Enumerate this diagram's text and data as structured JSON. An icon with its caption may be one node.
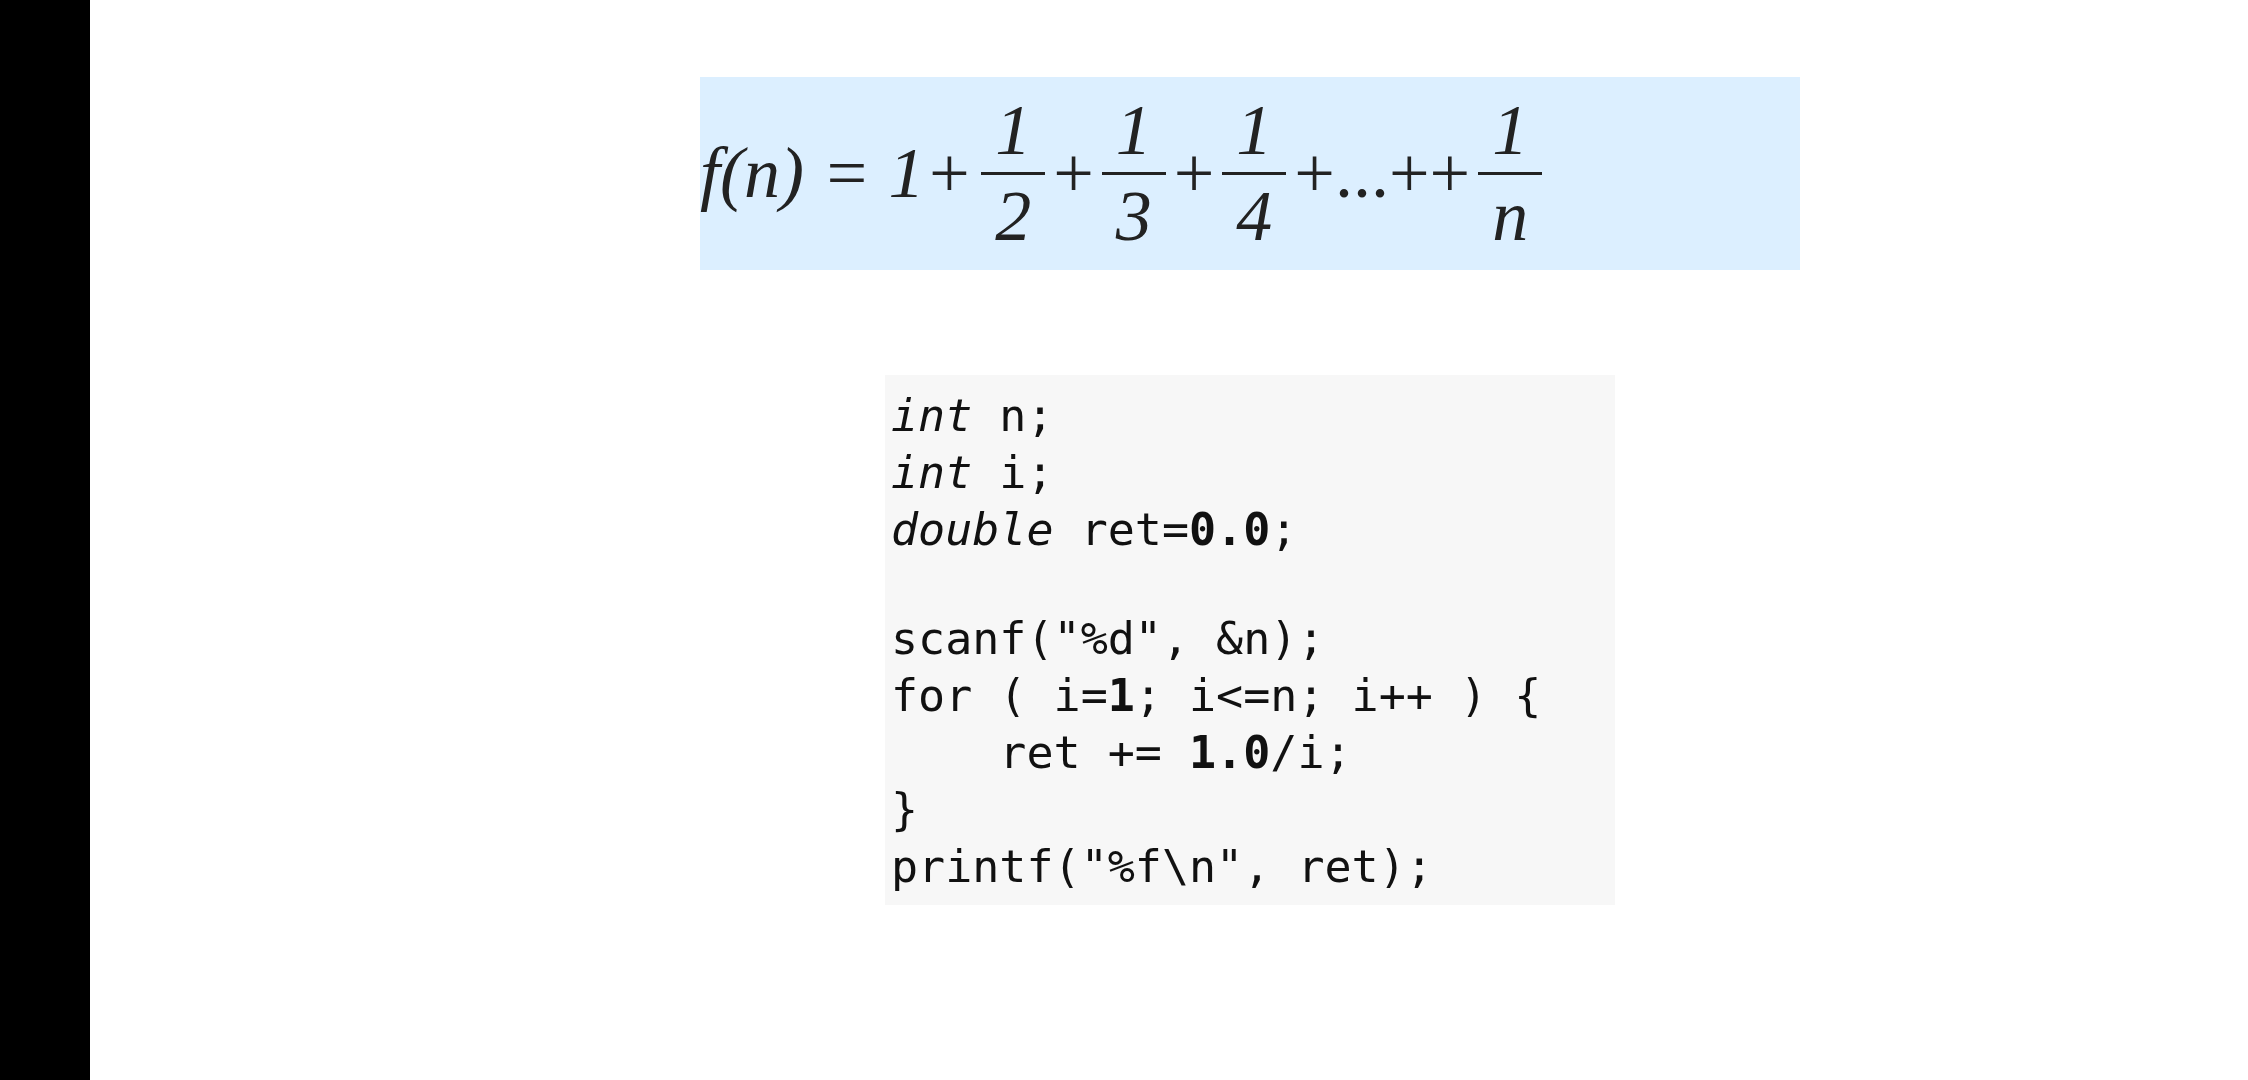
{
  "diagram": {
    "nodes": [
      {
        "text": [
          "f(n) = 1+",
          "1",
          "2",
          "+",
          "1",
          "3",
          "+",
          "1",
          "4",
          "+...++",
          "1",
          "n"
        ]
      },
      {
        "text": [
          "*int* n;",
          "*int* i;",
          "*double* ret=**0.0**;",
          "scanf(\"%d\", &n);",
          "for ( i=**1**; i<=n; i++ ) {",
          "    ret += **1.0**/i;",
          "}",
          "printf(\"%f\\n\", ret);"
        ]
      }
    ]
  }
}
